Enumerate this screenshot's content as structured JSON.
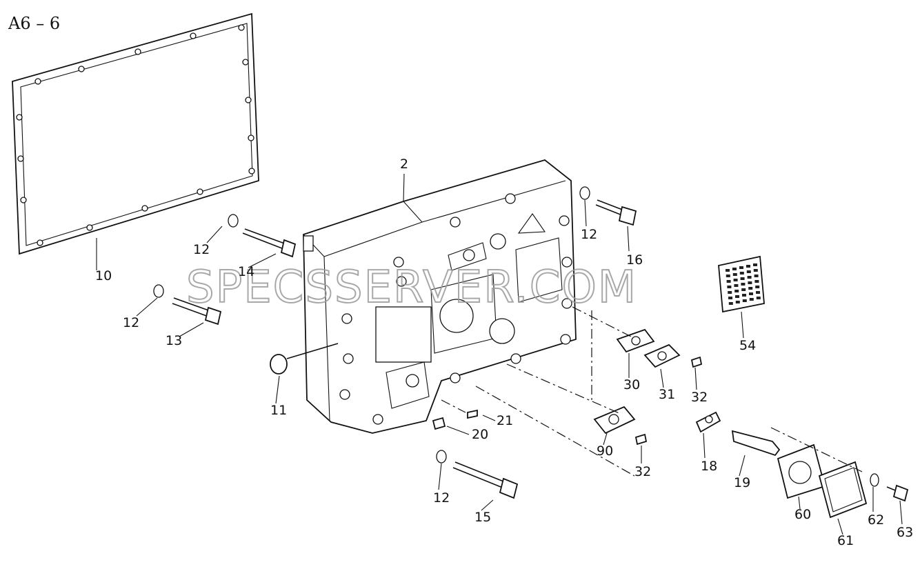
{
  "figure_id": "A6 – 6",
  "watermark": "SPECSSERVER.COM",
  "callouts": [
    "10",
    "2",
    "12",
    "14",
    "12",
    "13",
    "11",
    "12",
    "16",
    "54",
    "30",
    "31",
    "32",
    "21",
    "20",
    "90",
    "32",
    "18",
    "19",
    "60",
    "61",
    "62",
    "63",
    "12",
    "15"
  ]
}
